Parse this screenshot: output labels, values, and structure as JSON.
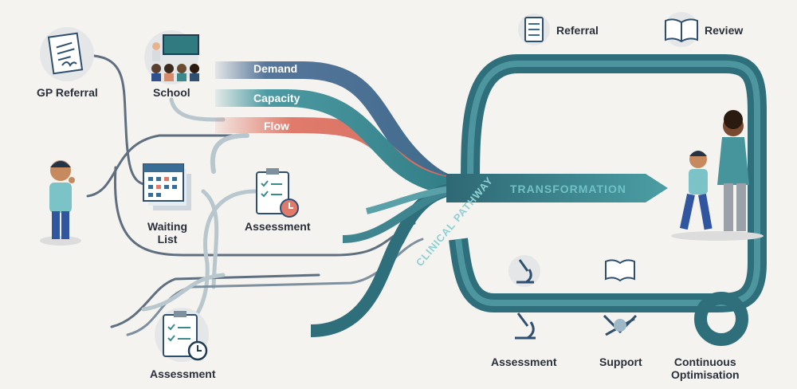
{
  "labels": {
    "gp_referral": "GP Referral",
    "school": "School",
    "waiting_list": [
      "Waiting",
      "List"
    ],
    "assessment_mid": "Assessment",
    "assessment_bottom": "Assessment",
    "referral_top": "Referral",
    "review_top": "Review",
    "assessment_right": "Assessment",
    "support": "Support",
    "continuous": [
      "Continuous",
      "Optimisation"
    ]
  },
  "bands": {
    "demand": "Demand",
    "capacity": "Capacity",
    "flow": "Flow"
  },
  "arrow_text": "CLINICAL PATHWAY TRANSFORMATION",
  "colors": {
    "teal_dark": "#2f6f7c",
    "teal_mid": "#4d9aa3",
    "blue_slate": "#4e6f96",
    "coral": "#e07b6c",
    "line_grey": "#5f6f80",
    "line_light": "#b8c7cd"
  },
  "icons": [
    "document-icon",
    "classroom-icon",
    "child-icon",
    "calendar-icon",
    "clipboard-clock-icon",
    "clipboard-icon",
    "microscope-icon",
    "handshake-icon",
    "book-icon",
    "family-icon"
  ]
}
